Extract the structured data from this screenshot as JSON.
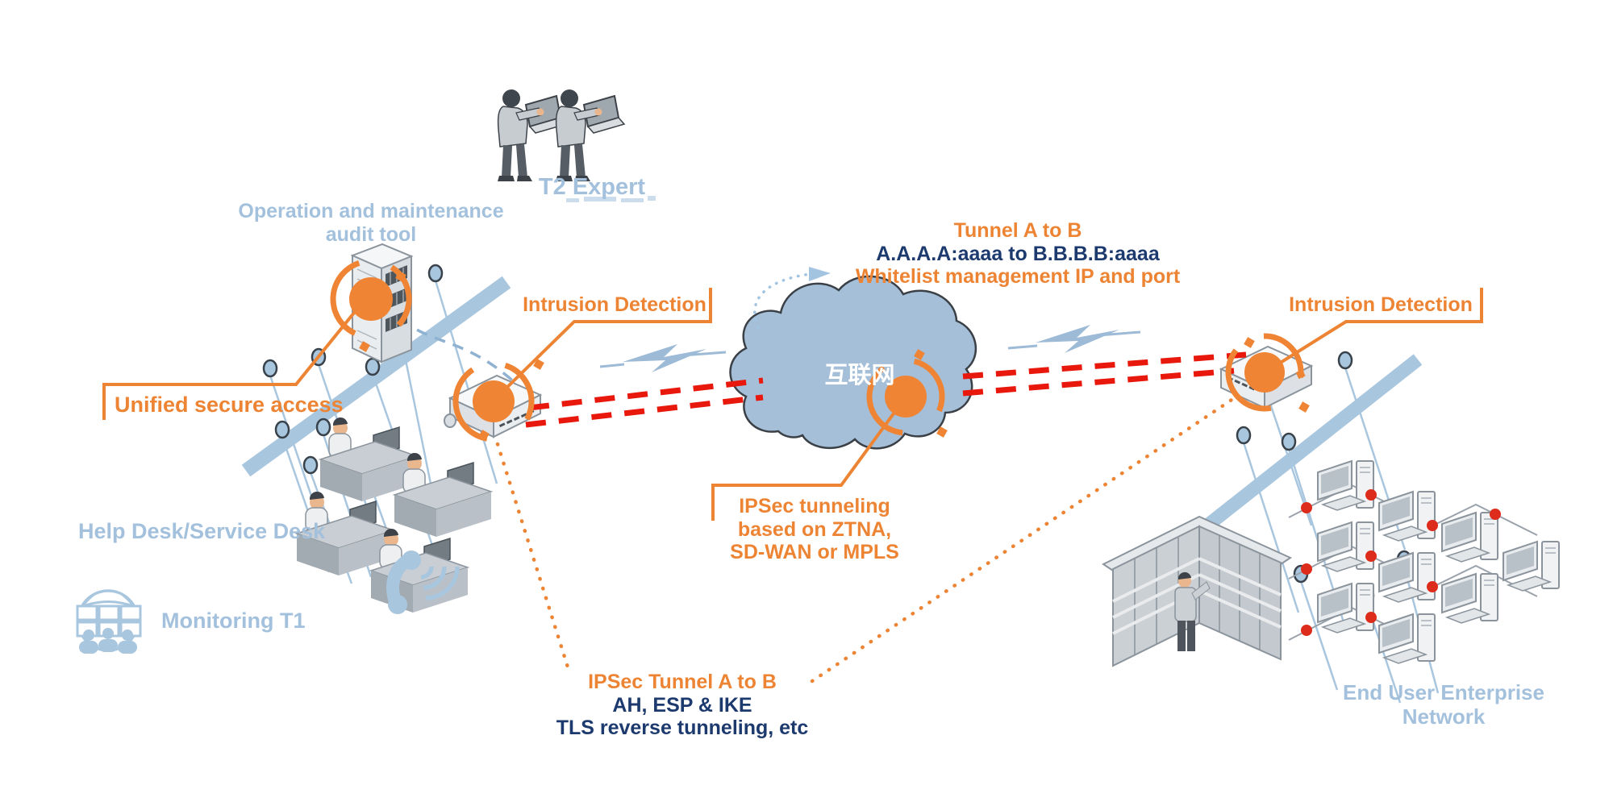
{
  "colors": {
    "accent_orange": "#ED8434",
    "label_blue": "#A3C1DC",
    "navy_text": "#1D3A6F",
    "tunnel_red": "#E8180C",
    "cloud_blue": "#A5BFD9"
  },
  "labels": {
    "t2_expert": "T2 Expert",
    "audit_tool": {
      "line1": "Operation and maintenance",
      "line2": "audit tool"
    },
    "unified_secure_access": "Unified secure access",
    "intrusion_detection_left": "Intrusion Detection",
    "intrusion_detection_right": "Intrusion Detection",
    "help_desk": "Help Desk/Service Desk",
    "monitoring_t1": "Monitoring T1",
    "tunnel": {
      "title": "Tunnel A to B",
      "mapping": "A.A.A.A:aaaa to B.B.B.B:aaaa",
      "whitelist": "Whitelist management IP and port"
    },
    "internet_cloud": "互联网",
    "ipsec_tunneling": {
      "line1": "IPSec tunneling",
      "line2": "based on ZTNA,",
      "line3": "SD-WAN or MPLS"
    },
    "ipsec_tunnel": {
      "title": "IPSec Tunnel A to B",
      "line2": "AH, ESP & IKE",
      "line3": "TLS reverse tunneling, etc"
    },
    "end_user_network": {
      "line1": "End User Enterprise",
      "line2": "Network"
    }
  }
}
